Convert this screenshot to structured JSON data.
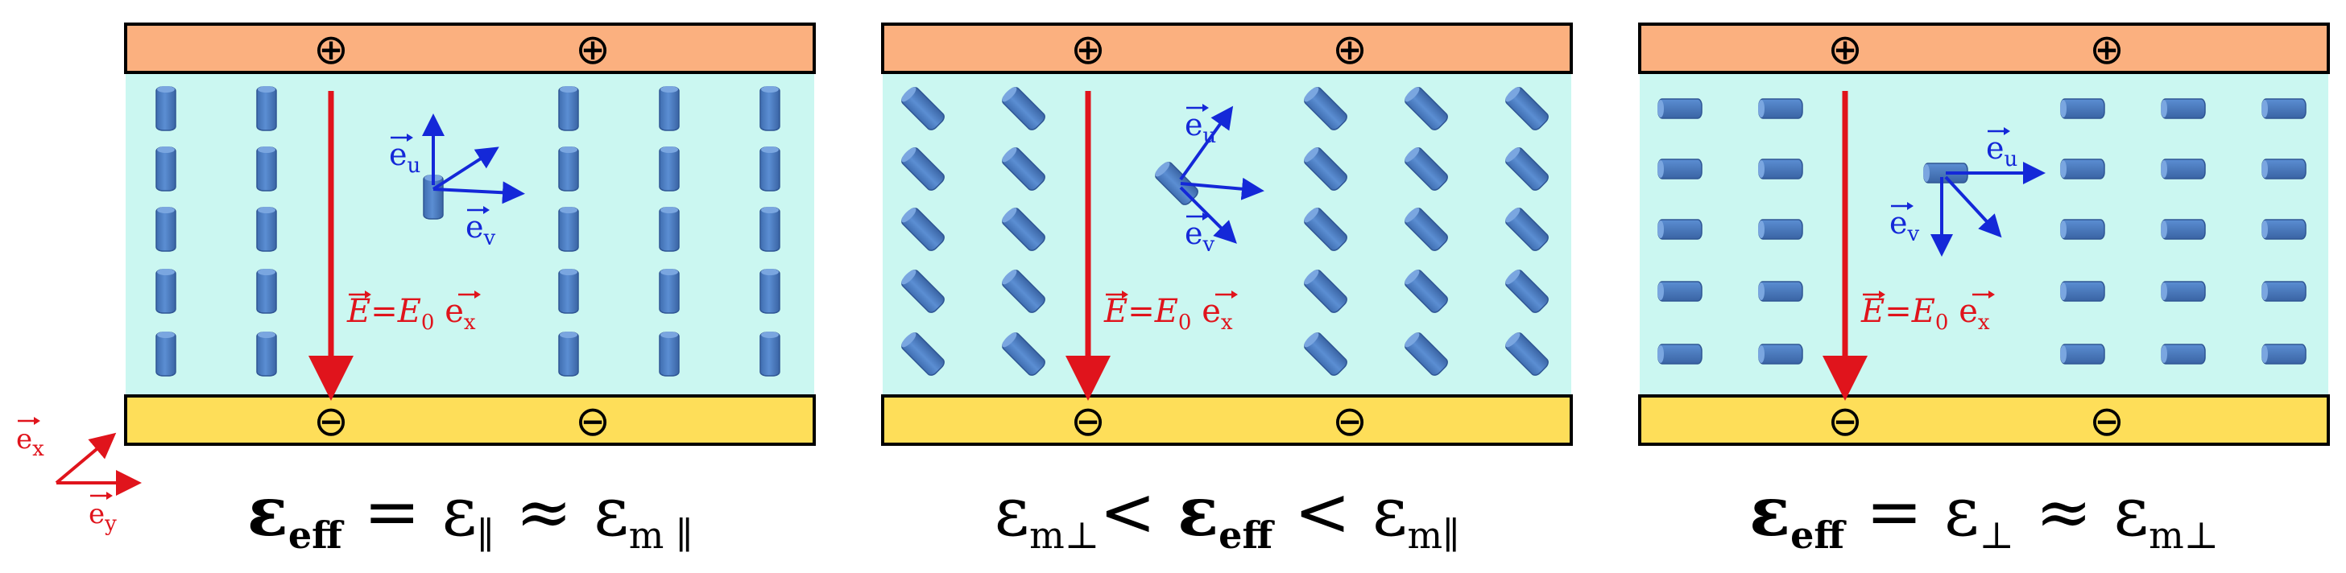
{
  "colors": {
    "anode": "#fbb07f",
    "cathode": "#fede59",
    "medium": "#cbf7f1",
    "molecule": "#4e7fc5",
    "field_arrow": "#e0141c",
    "basis": "#1428d8"
  },
  "anode_symbol": "⊕",
  "cathode_symbol": "⊖",
  "field_label": {
    "E": "E",
    "eq": "=",
    "E0": "E",
    "sub0": "0",
    "ex": "e",
    "subx": "x"
  },
  "axes": {
    "ex": "e",
    "ex_sub": "x",
    "ey": "e",
    "ey_sub": "y"
  },
  "panels": [
    {
      "orientation": "vertical",
      "basis": {
        "eu": "e",
        "eu_sub": "u",
        "ev": "e",
        "ev_sub": "v"
      },
      "equation": {
        "a": "ε",
        "a_sub": "eff",
        "rel1": " = ",
        "b": "ε",
        "b_sub": "∥",
        "rel2": " ≈ ",
        "c": "ε",
        "c_sub": "m ∥"
      }
    },
    {
      "orientation": "tilted",
      "basis": {
        "eu": "e",
        "eu_sub": "u",
        "ev": "e",
        "ev_sub": "v"
      },
      "equation": {
        "a": "ε",
        "a_sub": "m⊥",
        "rel1": "< ",
        "b": "ε",
        "b_sub": "eff",
        "rel2": " < ",
        "c": "ε",
        "c_sub": "m∥"
      }
    },
    {
      "orientation": "horizontal",
      "basis": {
        "eu": "e",
        "eu_sub": "u",
        "ev": "e",
        "ev_sub": "v"
      },
      "equation": {
        "a": "ε",
        "a_sub": "eff",
        "rel1": " = ",
        "b": "ε",
        "b_sub": "⊥",
        "rel2": " ≈ ",
        "c": "ε",
        "c_sub": "m⊥"
      }
    }
  ]
}
